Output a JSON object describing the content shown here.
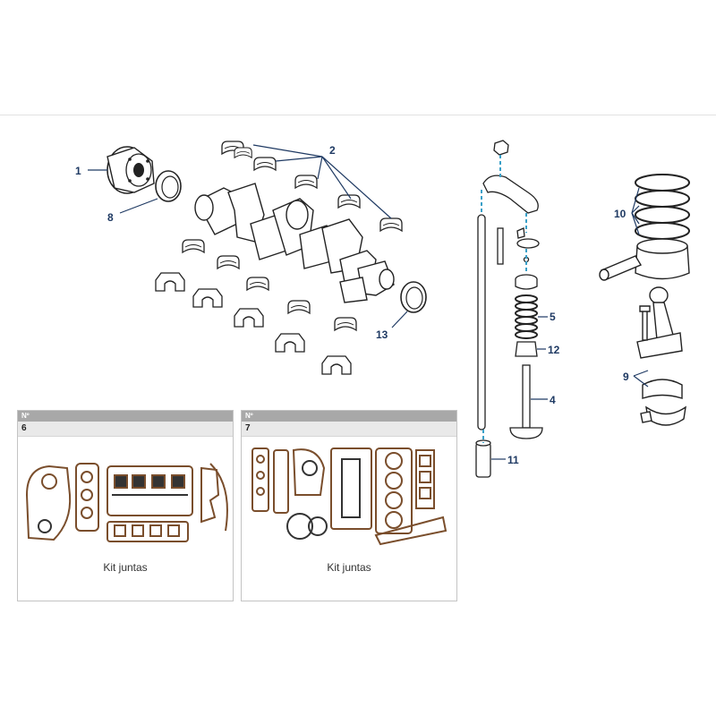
{
  "diagram": {
    "callouts": [
      {
        "id": "c1",
        "label": "1"
      },
      {
        "id": "c2",
        "label": "2"
      },
      {
        "id": "c8",
        "label": "8"
      },
      {
        "id": "c13",
        "label": "13"
      },
      {
        "id": "c5",
        "label": "5"
      },
      {
        "id": "c12",
        "label": "12"
      },
      {
        "id": "c4",
        "label": "4"
      },
      {
        "id": "c11",
        "label": "11"
      },
      {
        "id": "c10",
        "label": "10"
      },
      {
        "id": "c9",
        "label": "9"
      }
    ],
    "accent_color": "#1f3a63",
    "dashed_color": "#3aa0c8"
  },
  "panels": [
    {
      "header": "Nº",
      "number": "6",
      "caption": "Kit juntas"
    },
    {
      "header": "Nº",
      "number": "7",
      "caption": "Kit juntas"
    }
  ]
}
